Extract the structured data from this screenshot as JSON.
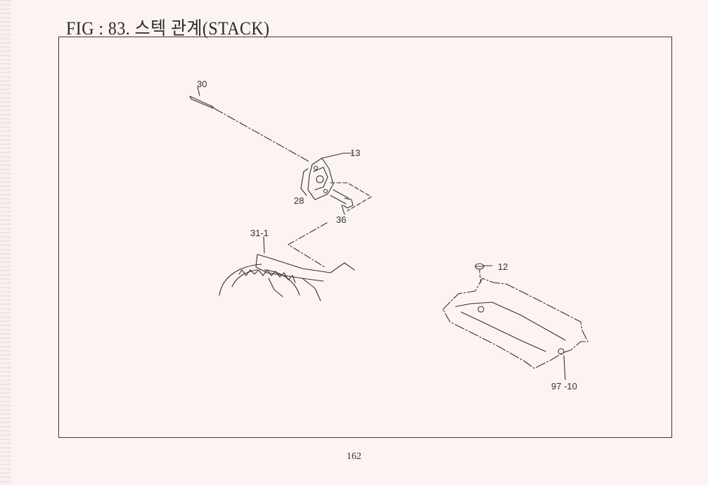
{
  "figure": {
    "title": "FIG : 83. 스텍 관계(STACK)"
  },
  "callouts": {
    "c30": "30",
    "c13": "13",
    "c28": "28",
    "c36": "36",
    "c31_1": "31-1",
    "c12": "12",
    "c97_10": "97 -10"
  },
  "footer": {
    "page_number": "162"
  },
  "colors": {
    "paper": "#fbf4f2",
    "ink": "#333333"
  }
}
